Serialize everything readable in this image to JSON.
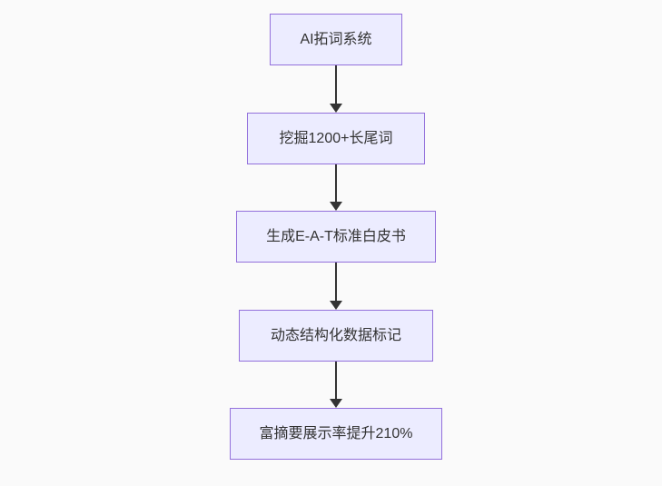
{
  "diagram": {
    "type": "flowchart",
    "direction": "top-down",
    "colors": {
      "background": "#fafafa",
      "node_fill": "#ececff",
      "node_border": "#9370db",
      "edge": "#333333",
      "text": "#333333"
    },
    "nodes": [
      {
        "label": "AI拓词系统"
      },
      {
        "label": "挖掘1200+长尾词"
      },
      {
        "label": "生成E-A-T标准白皮书"
      },
      {
        "label": "动态结构化数据标记"
      },
      {
        "label": "富摘要展示率提升210%"
      }
    ],
    "edges": [
      {
        "from": 0,
        "to": 1,
        "arrow": "down"
      },
      {
        "from": 1,
        "to": 2,
        "arrow": "down"
      },
      {
        "from": 2,
        "to": 3,
        "arrow": "down"
      },
      {
        "from": 3,
        "to": 4,
        "arrow": "down"
      }
    ]
  }
}
